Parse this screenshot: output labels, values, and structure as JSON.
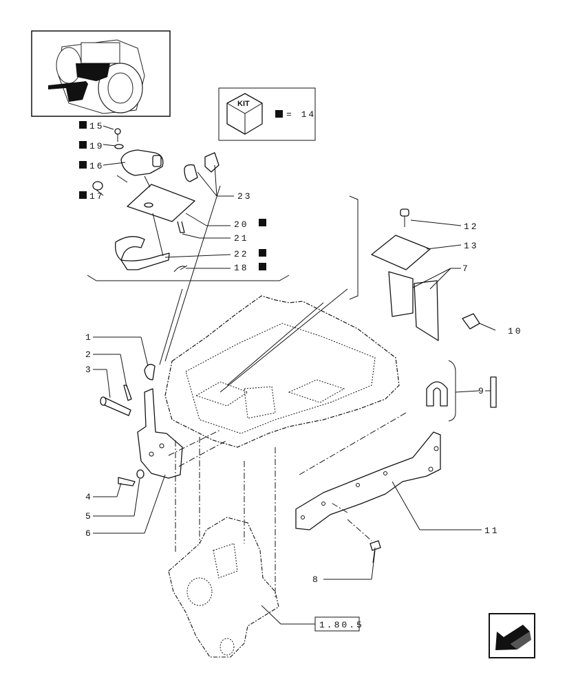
{
  "kit_box": {
    "badge": "KIT",
    "equals_text": "= 14"
  },
  "callouts": {
    "c1": "1",
    "c2": "2",
    "c3": "3",
    "c4": "4",
    "c5": "5",
    "c6": "6",
    "c7": "7",
    "c8": "8",
    "c9": "9",
    "c10": "10",
    "c11": "11",
    "c12": "12",
    "c13": "13",
    "c15": "15",
    "c16": "16",
    "c17": "17",
    "c18": "18",
    "c19": "19",
    "c20": "20",
    "c21": "21",
    "c22": "22",
    "c23": "23"
  },
  "reference_box": {
    "text": "1.80.5"
  },
  "nav": {
    "icon": "back-arrow-icon"
  }
}
